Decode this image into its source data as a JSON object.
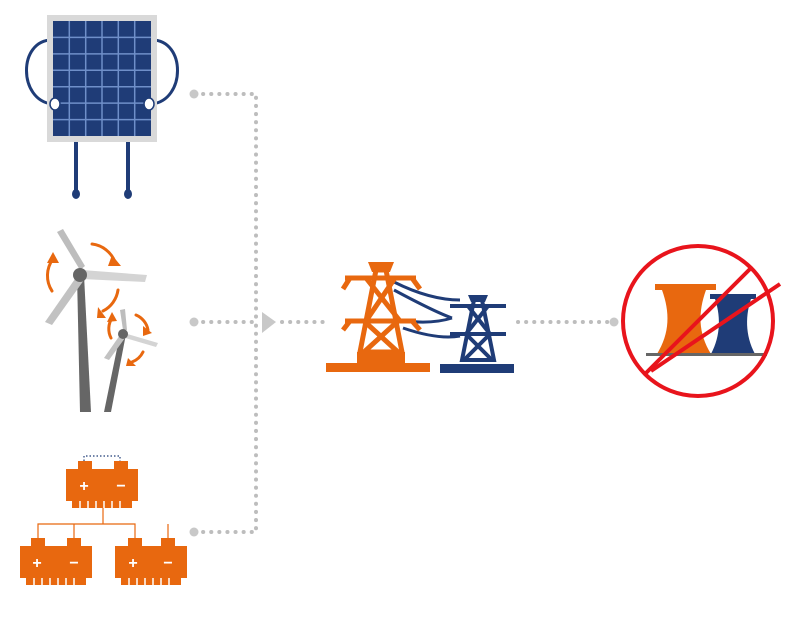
{
  "colors": {
    "orange": "#e8680f",
    "navy": "#1f3c77",
    "gray": "#666666",
    "light_gray": "#c8c8c8",
    "dots": "#bdbdbd",
    "panel_frame": "#d9d9d9",
    "prohibit_red": "#e8141c"
  },
  "sources": [
    {
      "name": "solar-panel",
      "icon": "solar-panel-icon"
    },
    {
      "name": "wind-turbines",
      "icon": "wind-turbine-icon"
    },
    {
      "name": "batteries",
      "icon": "battery-icon"
    }
  ],
  "battery_labels": {
    "plus": "+",
    "minus": "−"
  },
  "grid": {
    "icon": "power-transmission-towers-icon"
  },
  "result": {
    "icon": "no-power-plant-icon",
    "prohibited": "cooling-towers-icon"
  }
}
